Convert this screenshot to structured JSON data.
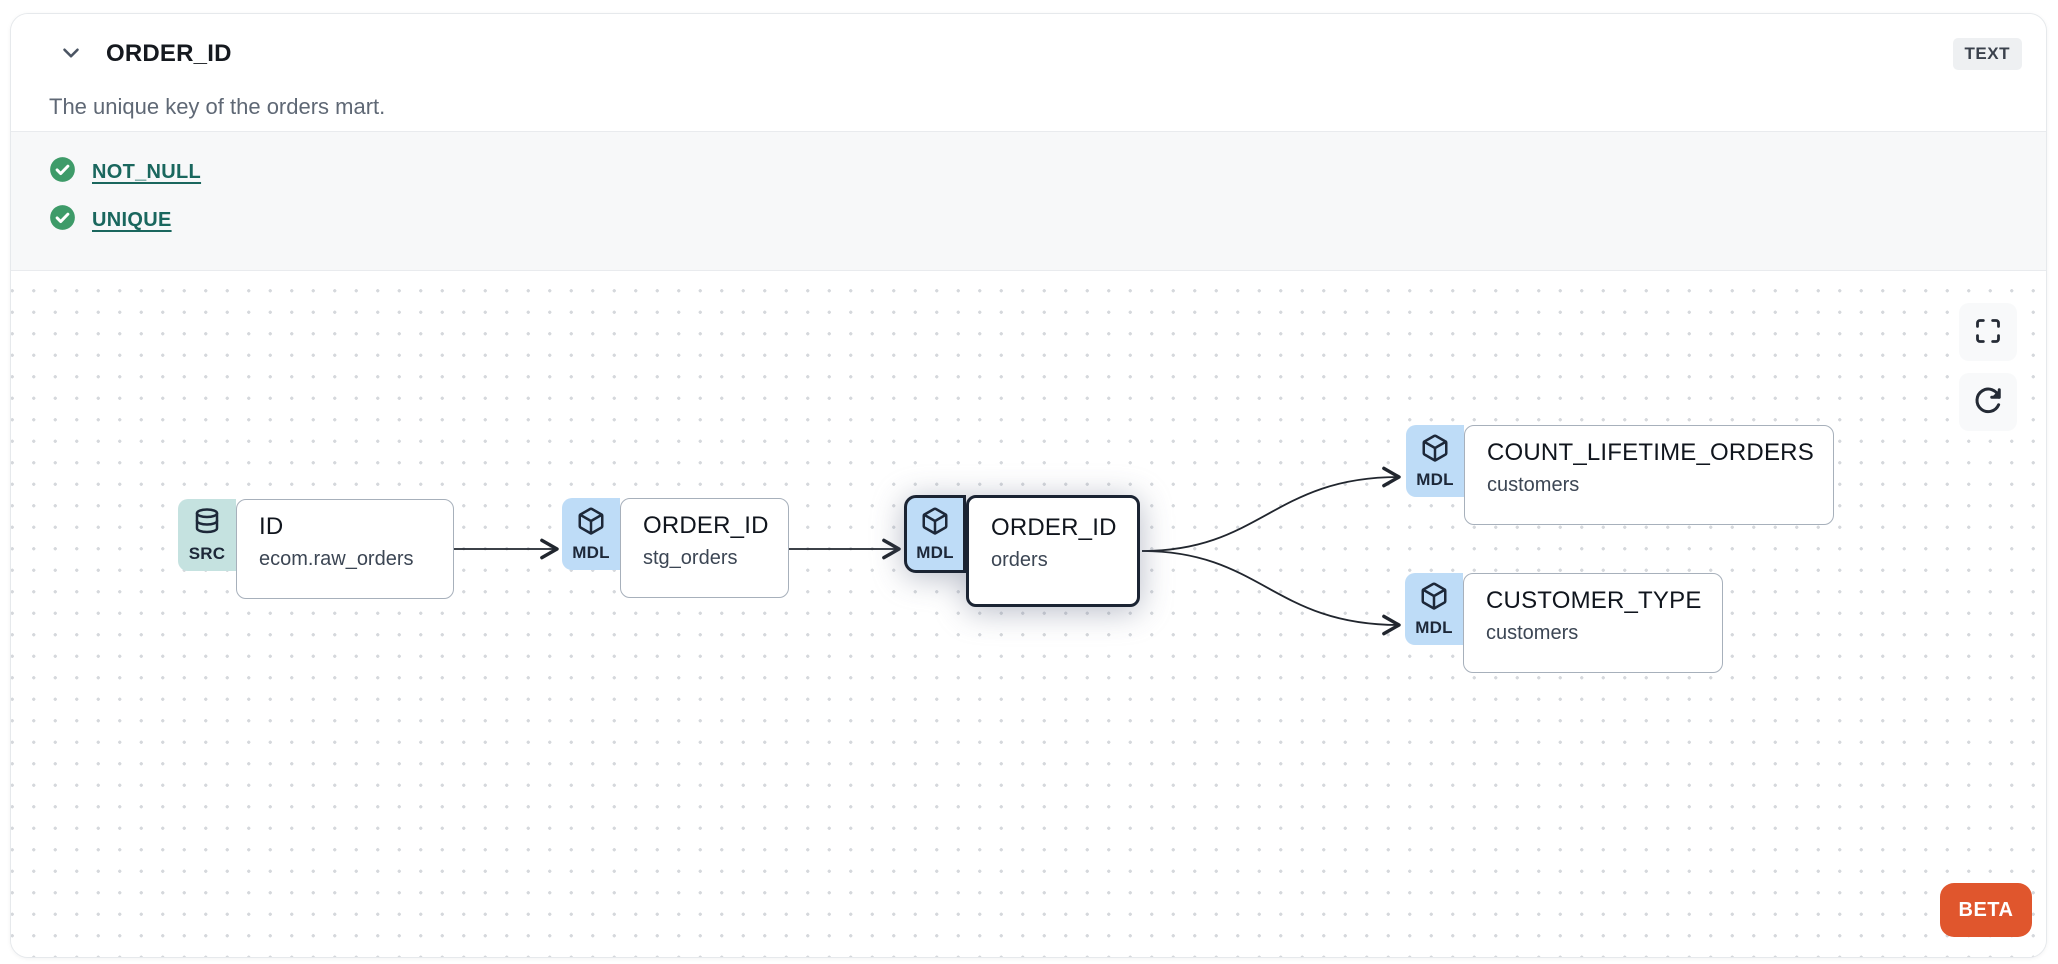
{
  "header": {
    "title": "ORDER_ID",
    "type_badge": "TEXT",
    "description": "The unique key of the orders mart."
  },
  "tests": [
    {
      "label": "NOT_NULL",
      "status": "pass",
      "icon": "check-circle-icon"
    },
    {
      "label": "UNIQUE",
      "status": "pass",
      "icon": "check-circle-icon"
    }
  ],
  "lineage": {
    "nodes": [
      {
        "badge": "SRC",
        "icon": "database-icon",
        "title": "ID",
        "subtitle": "ecom.raw_orders",
        "selected": false
      },
      {
        "badge": "MDL",
        "icon": "cube-icon",
        "title": "ORDER_ID",
        "subtitle": "stg_orders",
        "selected": false
      },
      {
        "badge": "MDL",
        "icon": "cube-icon",
        "title": "ORDER_ID",
        "subtitle": "orders",
        "selected": true
      },
      {
        "badge": "MDL",
        "icon": "cube-icon",
        "title": "COUNT_LIFETIME_ORDERS",
        "subtitle": "customers",
        "selected": false
      },
      {
        "badge": "MDL",
        "icon": "cube-icon",
        "title": "CUSTOMER_TYPE",
        "subtitle": "customers",
        "selected": false
      }
    ],
    "controls": [
      "fullscreen-icon",
      "refresh-icon"
    ],
    "beta_label": "BETA"
  },
  "colors": {
    "accent_orange": "#e0562d",
    "test_pass_green": "#3e9b69",
    "link_teal": "#1a675e",
    "badge_src_bg": "#c5e2e0",
    "badge_mdl_bg": "#bedcf7",
    "node_border": "#a7b0bb",
    "selected_border": "#1b2433",
    "edge": "#21262e"
  }
}
